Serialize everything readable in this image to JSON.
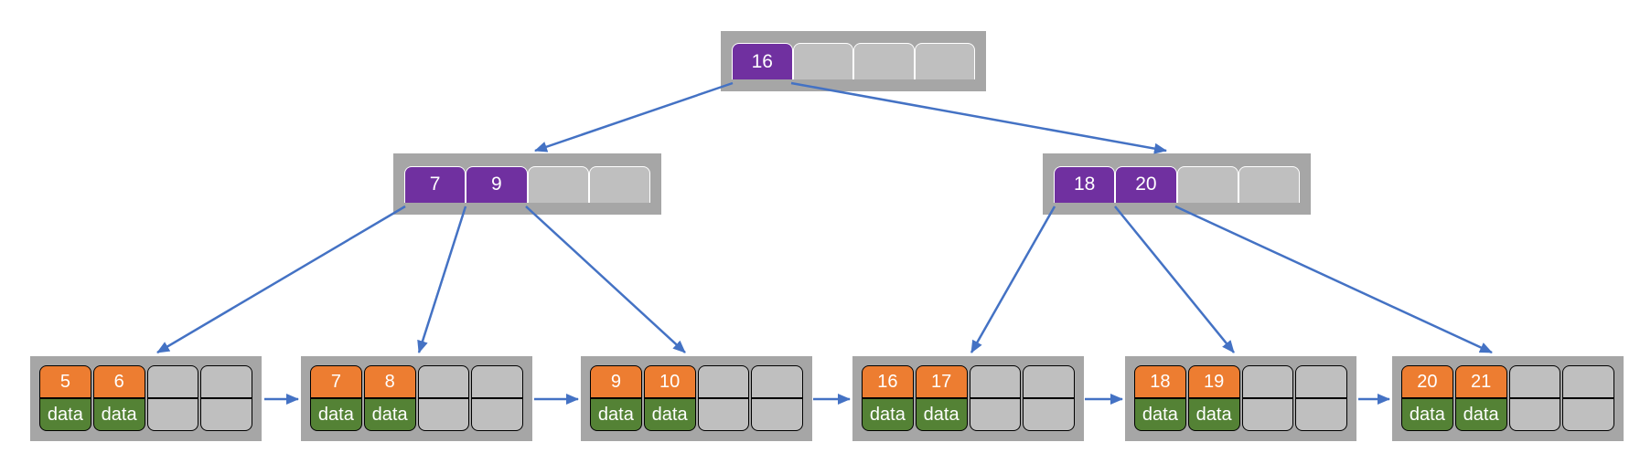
{
  "colors": {
    "node-frame-gray": "#a6a6a6",
    "empty-cell-gray": "#bfbfbf",
    "key-purple": "#7030a0",
    "leaf-key-orange": "#ed7d31",
    "leaf-data-green": "#548235",
    "arrow-blue": "#4472c4",
    "cell-border-white": "#ffffff",
    "leaf-cell-border-black": "#000000",
    "cell-text-white": "#ffffff"
  },
  "tree": {
    "root": {
      "cells": [
        "16",
        "",
        "",
        ""
      ]
    },
    "internal": [
      {
        "cells": [
          "7",
          "9",
          "",
          ""
        ]
      },
      {
        "cells": [
          "18",
          "20",
          "",
          ""
        ]
      }
    ],
    "leaves": [
      {
        "keys": [
          "5",
          "6",
          "",
          ""
        ],
        "data": [
          "data",
          "data",
          "",
          ""
        ]
      },
      {
        "keys": [
          "7",
          "8",
          "",
          ""
        ],
        "data": [
          "data",
          "data",
          "",
          ""
        ]
      },
      {
        "keys": [
          "9",
          "10",
          "",
          ""
        ],
        "data": [
          "data",
          "data",
          "",
          ""
        ]
      },
      {
        "keys": [
          "16",
          "17",
          "",
          ""
        ],
        "data": [
          "data",
          "data",
          "",
          ""
        ]
      },
      {
        "keys": [
          "18",
          "19",
          "",
          ""
        ],
        "data": [
          "data",
          "data",
          "",
          ""
        ]
      },
      {
        "keys": [
          "20",
          "21",
          "",
          ""
        ],
        "data": [
          "data",
          "data",
          "",
          ""
        ]
      }
    ],
    "edges": [
      {
        "from": "root",
        "to": "internal-left"
      },
      {
        "from": "root",
        "to": "internal-right"
      },
      {
        "from": "internal-left",
        "to": "leaf-1"
      },
      {
        "from": "internal-left",
        "to": "leaf-2"
      },
      {
        "from": "internal-left",
        "to": "leaf-3"
      },
      {
        "from": "internal-right",
        "to": "leaf-4"
      },
      {
        "from": "internal-right",
        "to": "leaf-5"
      },
      {
        "from": "internal-right",
        "to": "leaf-6"
      },
      {
        "from": "leaf-1",
        "to": "leaf-2"
      },
      {
        "from": "leaf-2",
        "to": "leaf-3"
      },
      {
        "from": "leaf-3",
        "to": "leaf-4"
      },
      {
        "from": "leaf-4",
        "to": "leaf-5"
      },
      {
        "from": "leaf-5",
        "to": "leaf-6"
      }
    ]
  }
}
